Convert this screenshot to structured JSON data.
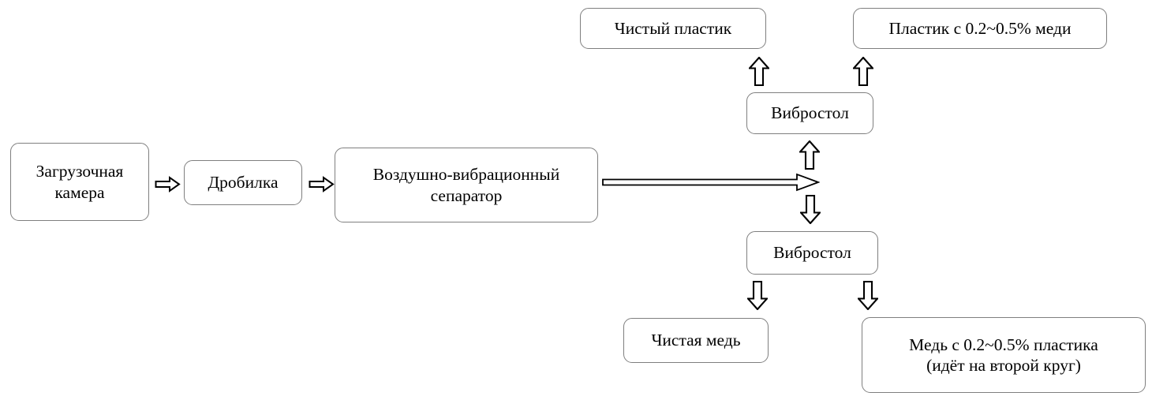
{
  "diagram": {
    "type": "flowchart",
    "language": "ru",
    "colors": {
      "background": "#ffffff",
      "box_border": "#7f7f7f",
      "box_fill": "#ffffff",
      "text": "#000000",
      "arrow_outline": "#000000",
      "arrow_fill": "#ffffff"
    },
    "nodes": {
      "loading_chamber": {
        "label": "Загрузочная камера"
      },
      "crusher": {
        "label": "Дробилка"
      },
      "separator": {
        "label": "Воздушно-вибрационный сепаратор"
      },
      "clean_plastic": {
        "label": "Чистый пластик"
      },
      "plastic_with_copper": {
        "label": "Пластик с 0.2~0.5% меди"
      },
      "vibro_table_top": {
        "label": "Вибростол"
      },
      "vibro_table_bottom": {
        "label": "Вибростол"
      },
      "clean_copper": {
        "label": "Чистая медь"
      },
      "copper_with_plastic": {
        "lines": [
          "Медь с 0.2~0.5% пластика",
          "(идёт на второй круг)"
        ]
      }
    },
    "arrows": [
      {
        "from": "loading_chamber",
        "to": "crusher",
        "direction": "right"
      },
      {
        "from": "crusher",
        "to": "separator",
        "direction": "right"
      },
      {
        "from": "separator",
        "to": "junction",
        "direction": "right-long"
      },
      {
        "from": "junction",
        "to": "vibro_table_top",
        "direction": "up"
      },
      {
        "from": "junction",
        "to": "vibro_table_bottom",
        "direction": "down"
      },
      {
        "from": "vibro_table_top",
        "to": "clean_plastic",
        "direction": "up"
      },
      {
        "from": "vibro_table_top",
        "to": "plastic_with_copper",
        "direction": "up"
      },
      {
        "from": "vibro_table_bottom",
        "to": "clean_copper",
        "direction": "down"
      },
      {
        "from": "vibro_table_bottom",
        "to": "copper_with_plastic",
        "direction": "down"
      }
    ]
  }
}
